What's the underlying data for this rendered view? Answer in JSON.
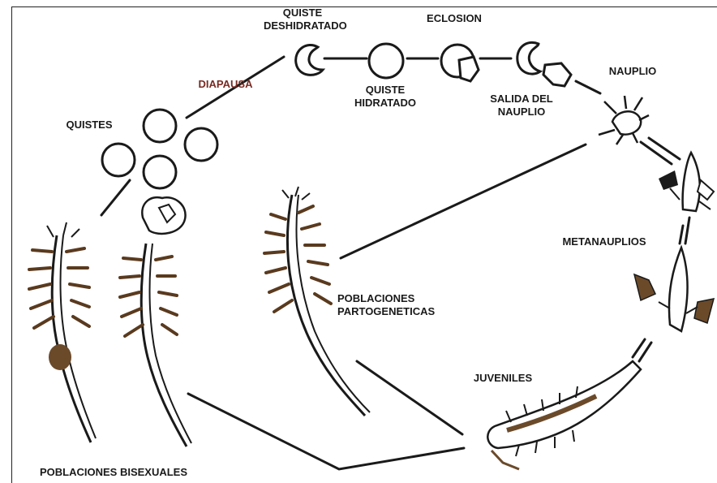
{
  "labels": {
    "quiste_deshidratado_1": "QUISTE",
    "quiste_deshidratado_2": "DESHIDRATADO",
    "eclosion": "ECLOSION",
    "diapausa": "DIAPAUSA",
    "quistes": "QUISTES",
    "quiste_hidratado_1": "QUISTE",
    "quiste_hidratado_2": "HIDRATADO",
    "salida_1": "SALIDA DEL",
    "salida_2": "NAUPLIO",
    "nauplio": "NAUPLIO",
    "metanauplios": "METANAUPLIOS",
    "partogeneticas_1": "POBLACIONES",
    "partogeneticas_2": "PARTOGENETICAS",
    "juveniles": "JUVENILES",
    "bisexuales": "POBLACIONES BISEXUALES"
  },
  "colors": {
    "ink": "#1a1a1a",
    "accent_brown": "#7a2a22",
    "body_brown": "#6b4a2a"
  }
}
